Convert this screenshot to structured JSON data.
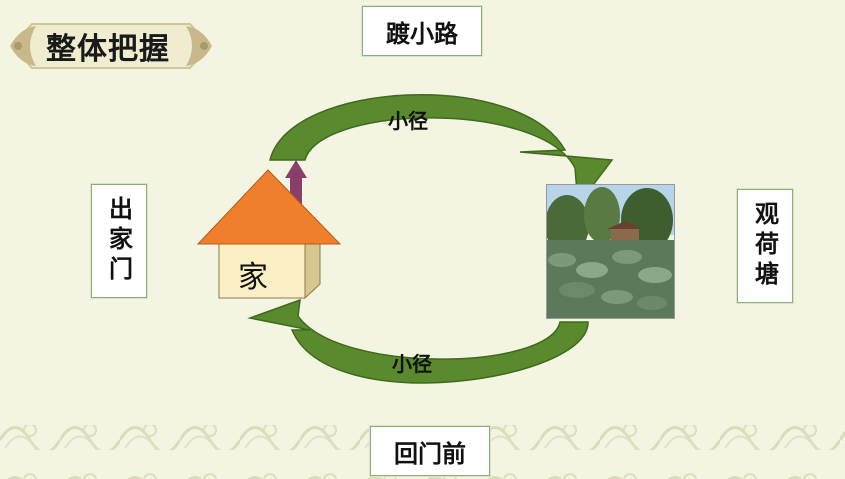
{
  "slide": {
    "title": "整体把握",
    "top_label": "踱小路",
    "bottom_label": "回门前",
    "left_label": "出家门",
    "right_label": "观荷塘",
    "path_top": "小径",
    "path_bottom": "小径",
    "house_label": "家"
  },
  "colors": {
    "background": "#f4f4e2",
    "arrow_green": "#5a8a2e",
    "roof_orange": "#ef7f2d",
    "house_wall": "#faf0c4",
    "chimney_arrow": "#8a3e6a"
  }
}
